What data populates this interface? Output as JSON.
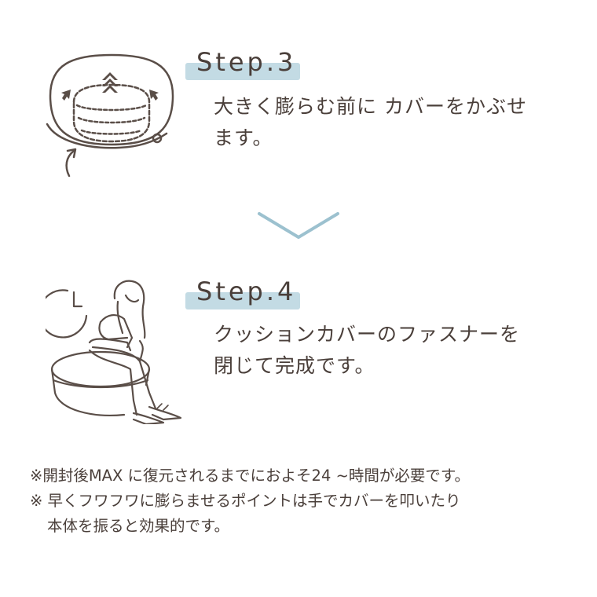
{
  "step3": {
    "label": "Step.3",
    "text_line1": "大きく膨らむ前に カバーをかぶせ",
    "text_line2": "ます。"
  },
  "step4": {
    "label": "Step.4",
    "text_line1": "クッションカバーのファスナーを",
    "text_line2": "閉じて完成です。"
  },
  "notes": {
    "line1": "※開封後MAX に復元されるまでにおよそ24 ~時間が必要です。",
    "line2": "※ 早くフワフワに膨らませるポイントは手でカバーを叩いたり",
    "line3": "本体を振ると効果的です。"
  },
  "colors": {
    "text": "#4a3f3a",
    "brush": "#b9d5df",
    "chevron": "#9cc1cf"
  },
  "icons": [
    "cushion-cover-icon",
    "down-chevron-icon",
    "woman-on-cushion-icon",
    "clock-icon"
  ]
}
